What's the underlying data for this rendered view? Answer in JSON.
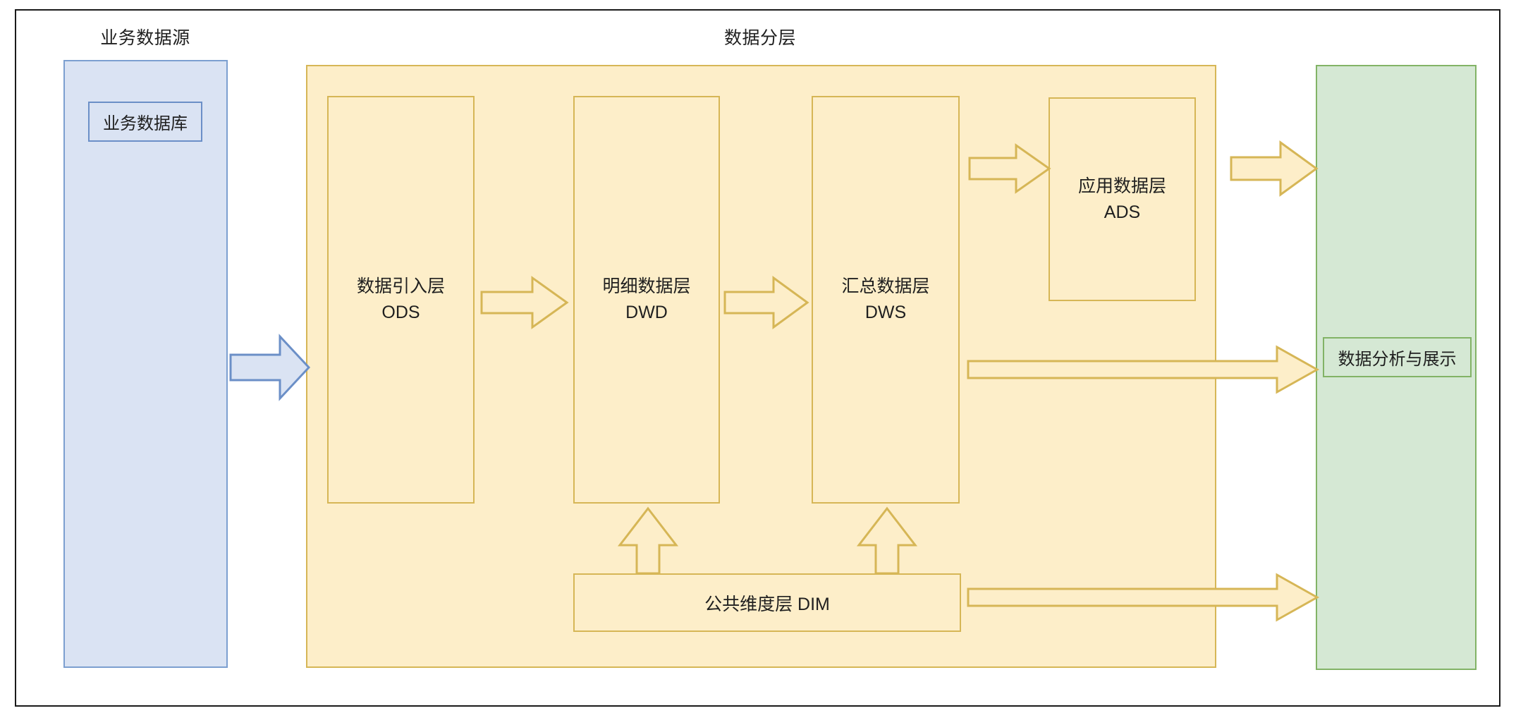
{
  "diagram": {
    "title_business_source": "业务数据源",
    "title_data_layering": "数据分层"
  },
  "source": {
    "database_label": "业务数据库"
  },
  "layers": [
    {
      "id": "ods",
      "name_cn": "数据引入层",
      "name_en": "ODS"
    },
    {
      "id": "dwd",
      "name_cn": "明细数据层",
      "name_en": "DWD"
    },
    {
      "id": "dws",
      "name_cn": "汇总数据层",
      "name_en": "DWS"
    },
    {
      "id": "ads",
      "name_cn": "应用数据层",
      "name_en": "ADS"
    }
  ],
  "dim": {
    "label": "公共维度层 DIM"
  },
  "consumption": {
    "label": "数据分析与展示"
  },
  "colors": {
    "blue_fill": "#dae3f3",
    "blue_stroke": "#6b8fc7",
    "yellow_fill": "#fdeec9",
    "yellow_stroke": "#d6b656",
    "green_fill": "#d5e8d4",
    "green_stroke": "#82b366",
    "frame_stroke": "#1a1a1a",
    "text": "#1f1f1f"
  }
}
